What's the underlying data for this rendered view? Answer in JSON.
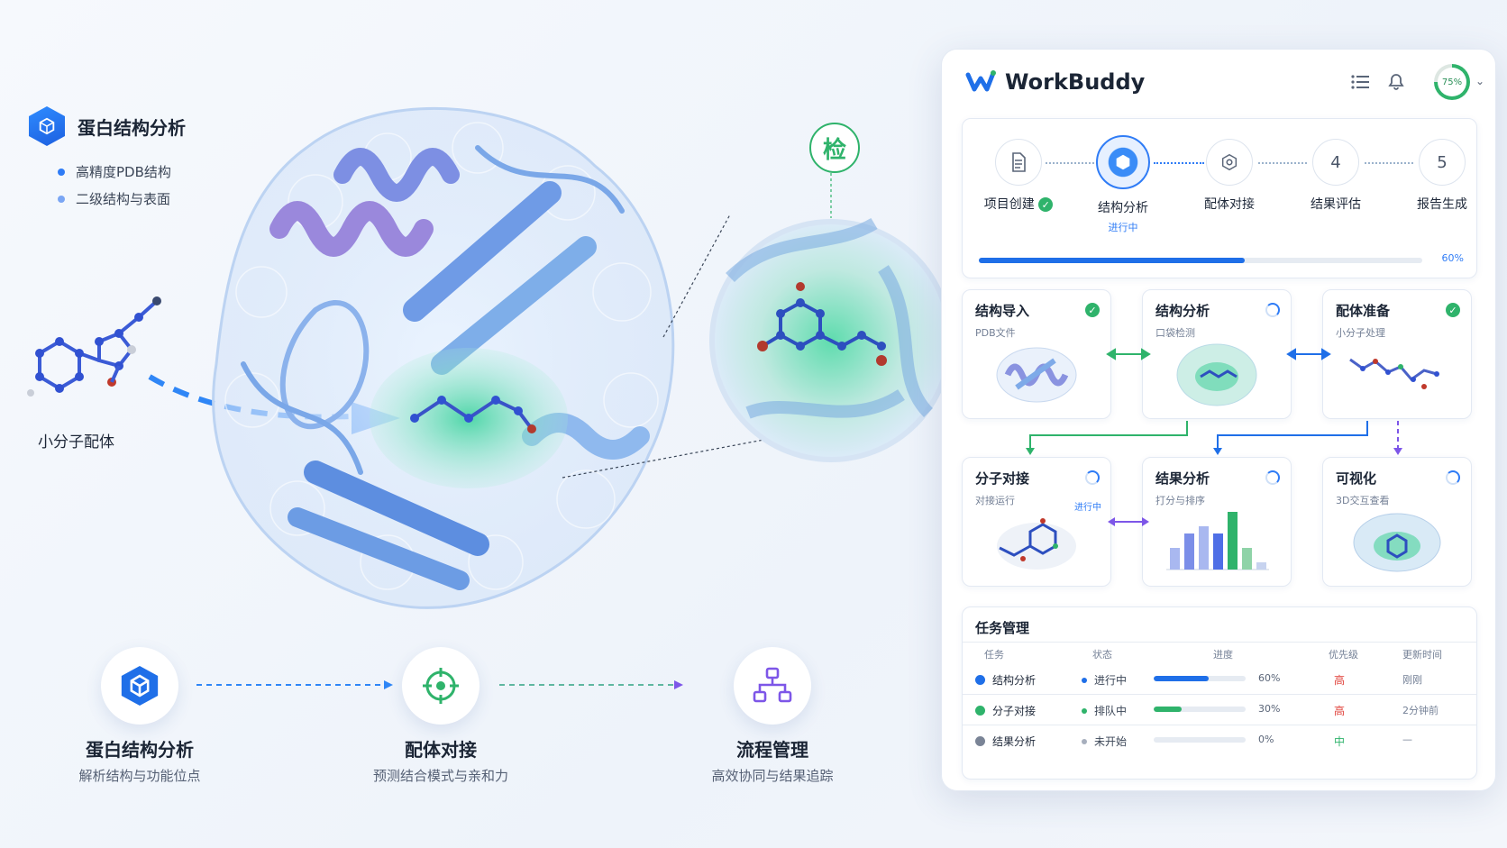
{
  "left": {
    "title": "蛋白结构分析",
    "bullets": [
      "高精度PDB结构",
      "二级结构与表面"
    ],
    "ligand_label": "小分子配体",
    "zoom_badge": "检"
  },
  "pipeline": [
    {
      "title": "蛋白结构分析",
      "subtitle": "解析结构与功能位点",
      "icon": "hex-cube-icon"
    },
    {
      "title": "配体对接",
      "subtitle": "预测结合模式与亲和力",
      "icon": "crosshair-icon"
    },
    {
      "title": "流程管理",
      "subtitle": "高效协同与结果追踪",
      "icon": "workflow-icon"
    }
  ],
  "panel": {
    "brand": "WorkBuddy",
    "progress_ring": {
      "label": "75%",
      "value": 75
    },
    "steps": [
      {
        "label": "项目创建",
        "num": "",
        "status": "done"
      },
      {
        "label": "结构分析",
        "num": "",
        "status": "active",
        "sub": "进行中"
      },
      {
        "label": "配体对接",
        "num": "",
        "status": "pending"
      },
      {
        "label": "结果评估",
        "num": "4",
        "status": "pending"
      },
      {
        "label": "报告生成",
        "num": "5",
        "status": "pending"
      }
    ],
    "overall_progress": {
      "value": 60,
      "label": "60%"
    },
    "modules": [
      {
        "title": "结构导入",
        "subtitle": "PDB文件",
        "status": "done"
      },
      {
        "title": "结构分析",
        "subtitle": "口袋检测",
        "status": "running"
      },
      {
        "title": "配体准备",
        "subtitle": "小分子处理",
        "status": "done"
      },
      {
        "title": "分子对接",
        "subtitle": "对接运行",
        "status": "running",
        "badge": "进行中"
      },
      {
        "title": "结果分析",
        "subtitle": "打分与排序",
        "status": "running"
      },
      {
        "title": "可视化",
        "subtitle": "3D交互查看",
        "status": "running"
      }
    ],
    "chart_data": {
      "type": "bar",
      "values": [
        3,
        5,
        6,
        5,
        8,
        3,
        1
      ],
      "colors": [
        "#a9b8f0",
        "#7b8ee8",
        "#a9b8f0",
        "#4f6fe6",
        "#2fb36b",
        "#8fd3a8",
        "#c7d3ef"
      ]
    },
    "tasks": {
      "title": "任务管理",
      "headers": [
        "任务",
        "状态",
        "进度",
        "优先级",
        "更新时间"
      ],
      "rows": [
        {
          "name": "结构分析",
          "color": "#1f6fe8",
          "status": "进行中",
          "status_color": "#1f6fe8",
          "progress": 60,
          "progress_label": "60%",
          "bar_color": "#1f6fe8",
          "priority": "高",
          "priority_color": "#e0413a",
          "time": "刚刚"
        },
        {
          "name": "分子对接",
          "color": "#2fb36b",
          "status": "排队中",
          "status_color": "#2fb36b",
          "progress": 30,
          "progress_label": "30%",
          "bar_color": "#2fb36b",
          "priority": "高",
          "priority_color": "#e0413a",
          "time": "2分钟前"
        },
        {
          "name": "结果分析",
          "color": "#7a8496",
          "status": "未开始",
          "status_color": "#a7afbd",
          "progress": 0,
          "progress_label": "0%",
          "bar_color": "#a7afbd",
          "priority": "中",
          "priority_color": "#2fb36b",
          "time": "—"
        }
      ]
    }
  },
  "colors": {
    "accent": "#1f6fe8",
    "success": "#2fb36b",
    "purple": "#7d56e8"
  }
}
